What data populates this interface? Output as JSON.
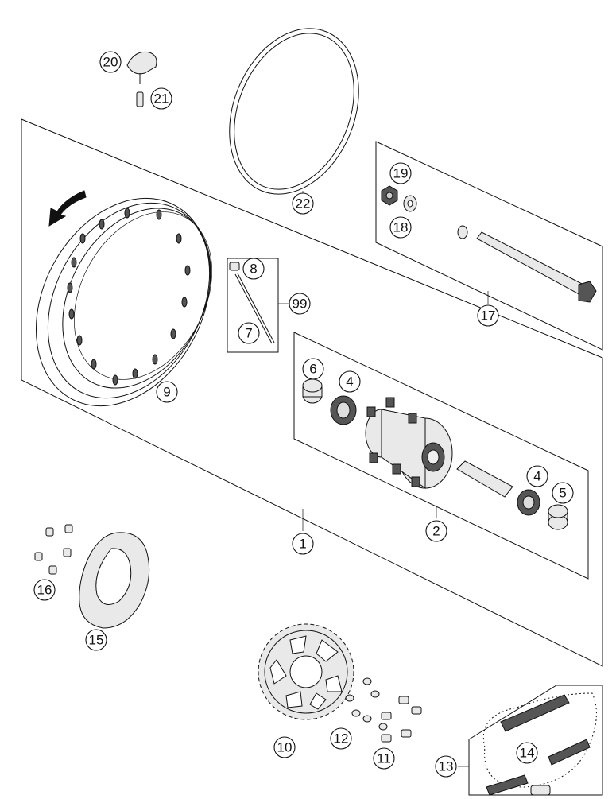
{
  "callouts": [
    {
      "id": "c1",
      "label": "1"
    },
    {
      "id": "c2",
      "label": "2"
    },
    {
      "id": "c4a",
      "label": "4"
    },
    {
      "id": "c4b",
      "label": "4"
    },
    {
      "id": "c5",
      "label": "5"
    },
    {
      "id": "c6",
      "label": "6"
    },
    {
      "id": "c7",
      "label": "7"
    },
    {
      "id": "c8",
      "label": "8"
    },
    {
      "id": "c9",
      "label": "9"
    },
    {
      "id": "c10",
      "label": "10"
    },
    {
      "id": "c11",
      "label": "11"
    },
    {
      "id": "c12",
      "label": "12"
    },
    {
      "id": "c13",
      "label": "13"
    },
    {
      "id": "c14",
      "label": "14"
    },
    {
      "id": "c15",
      "label": "15"
    },
    {
      "id": "c16",
      "label": "16"
    },
    {
      "id": "c17",
      "label": "17"
    },
    {
      "id": "c18",
      "label": "18"
    },
    {
      "id": "c19",
      "label": "19"
    },
    {
      "id": "c20",
      "label": "20"
    },
    {
      "id": "c21",
      "label": "21"
    },
    {
      "id": "c22",
      "label": "22"
    },
    {
      "id": "c99",
      "label": "99"
    }
  ],
  "icons": {
    "rotation_arrow": "rotation-direction-arrow-icon"
  }
}
